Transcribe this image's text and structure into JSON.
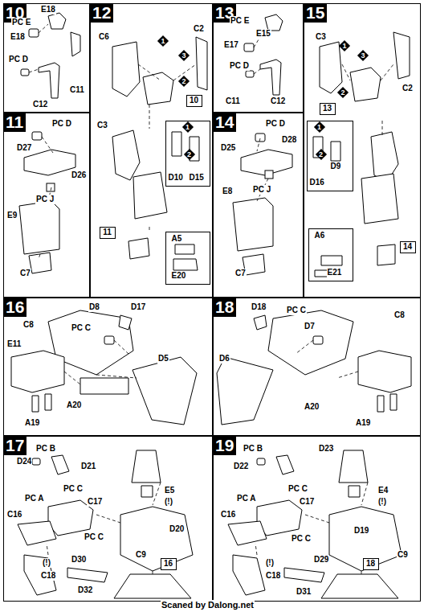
{
  "diagram": {
    "nodes": [
      {
        "text": [
          "10"
        ]
      },
      {
        "text": [
          "12"
        ]
      },
      {
        "text": [
          "1",
          "2",
          "D10",
          "D15"
        ],
        "in": 1
      },
      {
        "text": [
          "10"
        ],
        "in": 1
      },
      {
        "text": [
          "11"
        ],
        "in": 1
      },
      {
        "text": [
          "A5",
          "E20"
        ],
        "in": 1
      },
      {
        "text": [
          "13"
        ]
      },
      {
        "text": [
          "15"
        ]
      },
      {
        "text": [
          "1",
          "2",
          "D9",
          "D16"
        ],
        "in": 7
      },
      {
        "text": [
          "13"
        ],
        "in": 7
      },
      {
        "text": [
          "14"
        ],
        "in": 7
      },
      {
        "text": [
          "A6",
          "E21"
        ],
        "in": 7
      },
      {
        "text": [
          "11"
        ]
      },
      {
        "text": [
          "14"
        ]
      },
      {
        "text": [
          "16"
        ]
      },
      {
        "text": [
          "18"
        ]
      },
      {
        "text": [
          "17"
        ]
      },
      {
        "text": [
          "16"
        ],
        "in": 16
      },
      {
        "text": [
          "19"
        ]
      },
      {
        "text": [
          "18"
        ],
        "in": 18
      }
    ],
    "labels": [
      "PC E",
      "E18",
      "E18",
      "PC D",
      "C11",
      "C12",
      "C6",
      "C2",
      "1",
      "3",
      "2",
      "C3",
      "PC E",
      "E15",
      "E17",
      "PC D",
      "C11",
      "C12",
      "C3",
      "1",
      "3",
      "2",
      "C2",
      "PC D",
      "D27",
      "D26",
      "PC J",
      "E9",
      "C7",
      "PC D",
      "D28",
      "D25",
      "PC J",
      "E8",
      "C7",
      "D8",
      "PC C",
      "D17",
      "C8",
      "D5",
      "E11",
      "A20",
      "A19",
      "D18",
      "PC C",
      "C8",
      "D7",
      "D6",
      "A20",
      "A19",
      "PC B",
      "D24",
      "D21",
      "PC C",
      "PC A",
      "C17",
      "C16",
      "PC C",
      "E5",
      "(!)",
      "D20",
      "C9",
      "(!)",
      "C18",
      "D30",
      "D32",
      "PC B",
      "D23",
      "D22",
      "PC C",
      "PC A",
      "C17",
      "C16",
      "PC C",
      "E4",
      "(!)",
      "D19",
      "C9",
      "(!)",
      "C18",
      "D29",
      "D31",
      "Scaned by Dalong.net"
    ]
  }
}
